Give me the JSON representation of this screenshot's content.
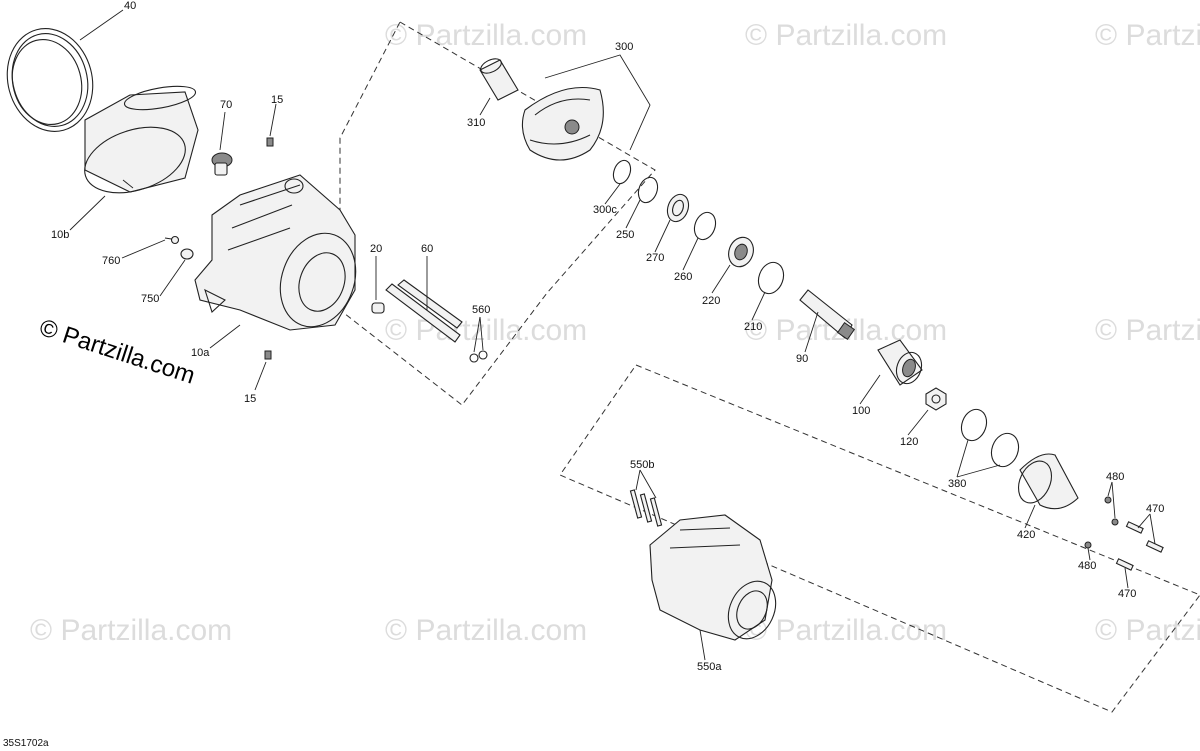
{
  "brand": {
    "watermark_text": "© Partzilla.com",
    "main_text": "© Partzilla.com"
  },
  "drawing_code": "35S1702a",
  "labels": {
    "p40": "40",
    "p10b": "10b",
    "p70": "70",
    "p15a": "15",
    "p760": "760",
    "p750": "750",
    "p10a": "10a",
    "p15b": "15",
    "p20": "20",
    "p60": "60",
    "p560": "560",
    "p310": "310",
    "p300": "300",
    "p300c": "300c",
    "p250": "250",
    "p270": "270",
    "p260": "260",
    "p220": "220",
    "p210": "210",
    "p90": "90",
    "p100": "100",
    "p120": "120",
    "p380": "380",
    "p420": "420",
    "p480a": "480",
    "p480b": "480",
    "p470a": "470",
    "p470b": "470",
    "p550b": "550b",
    "p550a": "550a"
  }
}
